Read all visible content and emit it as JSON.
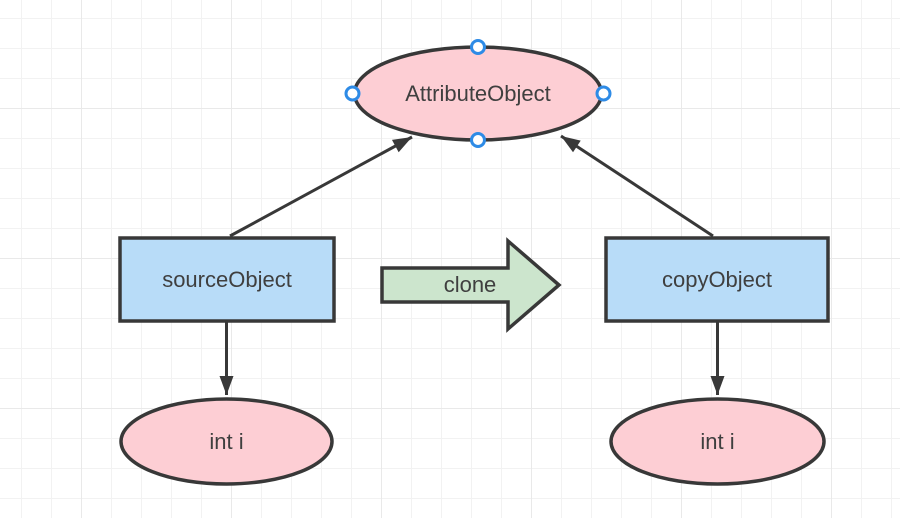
{
  "colors": {
    "background": "#ffffff",
    "grid_minor": "#f2f2f2",
    "grid_major": "#e9e9e9",
    "shape_stroke": "#383838",
    "label_text": "#3f3f3f",
    "pink_fill": "#fdced4",
    "blue_fill": "#b8dcf8",
    "green_fill": "#cce5cd",
    "handle_ring": "#2e8be6",
    "handle_fill": "#ffffff"
  },
  "nodes": {
    "attribute_object": {
      "label": "AttributeObject",
      "shape": "ellipse",
      "selected": true
    },
    "source_object": {
      "label": "sourceObject",
      "shape": "rectangle"
    },
    "copy_object": {
      "label": "copyObject",
      "shape": "rectangle"
    },
    "source_int": {
      "label": "int i",
      "shape": "ellipse"
    },
    "copy_int": {
      "label": "int i",
      "shape": "ellipse"
    }
  },
  "clone_arrow": {
    "label": "clone",
    "shape": "block-arrow-right"
  },
  "edges": [
    {
      "from": "sourceObject",
      "to": "AttributeObject",
      "style": "arrow"
    },
    {
      "from": "copyObject",
      "to": "AttributeObject",
      "style": "arrow"
    },
    {
      "from": "sourceObject",
      "to": "int i",
      "style": "arrow"
    },
    {
      "from": "copyObject",
      "to": "int i",
      "style": "arrow"
    }
  ],
  "selection": {
    "selected_node": "AttributeObject",
    "handles": [
      "top",
      "left",
      "right",
      "bottom"
    ]
  }
}
